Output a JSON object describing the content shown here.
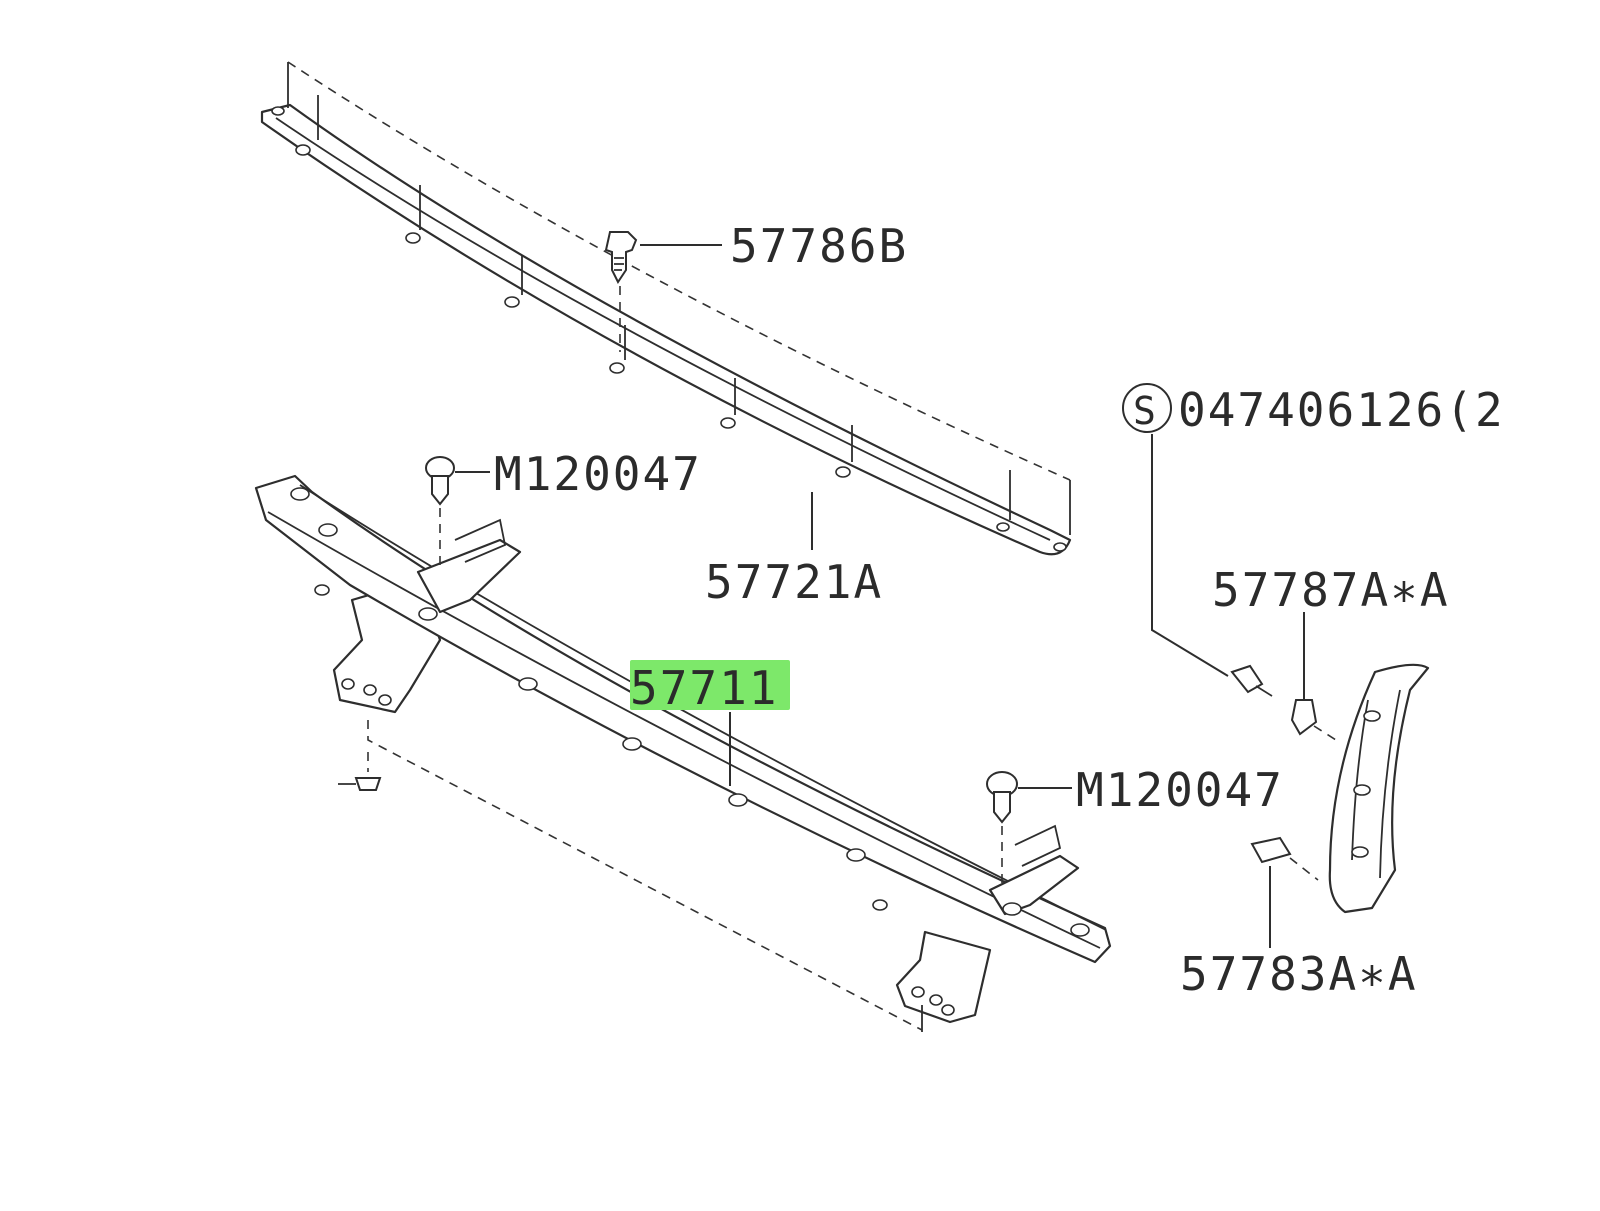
{
  "colors": {
    "highlight": "#7de86a",
    "line": "#2e2e2e",
    "background": "#ffffff"
  },
  "labels": {
    "bolt_top": "57786B",
    "upper_absorber": "57721A",
    "clip_left": "M120047",
    "beam": "57711",
    "clip_right": "M120047",
    "screw_prefix": "S",
    "screw": "047406126(2",
    "bracket_clip": "57787A∗A",
    "bracket_nut": "57783A∗A"
  }
}
